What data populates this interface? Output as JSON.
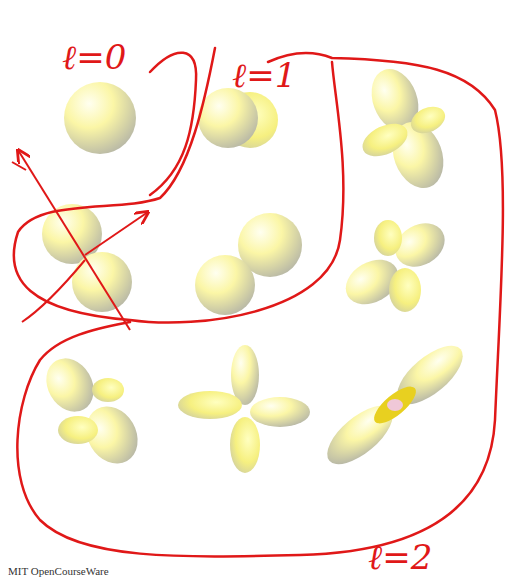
{
  "diagram": {
    "labels": [
      "ℓ=0",
      "ℓ=1",
      "ℓ=2",
      "MIT OpenCourseWare"
    ]
  }
}
